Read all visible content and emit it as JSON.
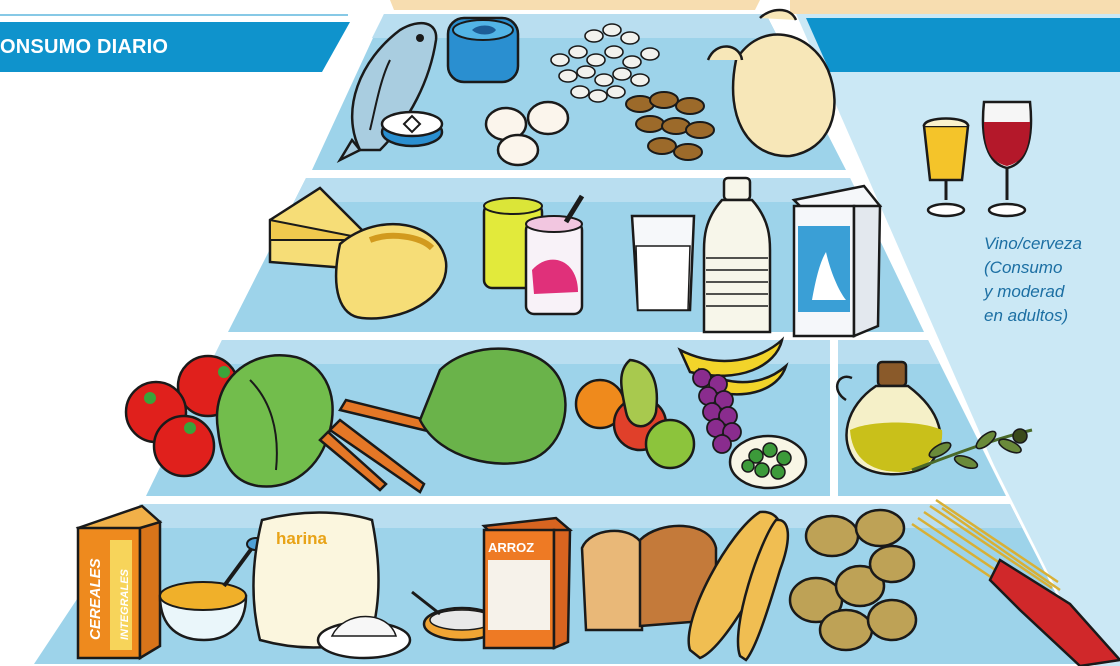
{
  "banner": {
    "title": "ONSUMO DIARIO"
  },
  "side_note": {
    "lines": [
      "Vino/cerveza",
      "(Consumo",
      "y moderad",
      "en adultos)"
    ]
  },
  "food_labels": {
    "flour": "harina",
    "rice": "ARROZ",
    "cereal_1": "CEREALES",
    "cereal_2": "INTEGRALES"
  },
  "tiers": [
    {
      "id": "protein",
      "items": [
        "fish-icon",
        "tin-can-icon",
        "beans-icon",
        "eggs-icon",
        "nuts-icon",
        "chicken-icon"
      ]
    },
    {
      "id": "dairy",
      "items": [
        "cheese-icon",
        "yogurt-icon",
        "milk-glass-icon",
        "milk-bottle-icon",
        "milk-carton-icon"
      ]
    },
    {
      "id": "fruit-veg",
      "items": [
        "tomato-icon",
        "lettuce-icon",
        "carrot-icon",
        "chard-icon",
        "fruit-icon",
        "grapes-icon",
        "banana-icon",
        "peas-icon"
      ]
    },
    {
      "id": "olive-oil",
      "items": [
        "olive-oil-jar-icon",
        "olive-branch-icon"
      ]
    },
    {
      "id": "cereals",
      "items": [
        "cereal-box-icon",
        "cereal-bowl-icon",
        "flour-sack-icon",
        "rice-box-icon",
        "bread-icon",
        "baguette-icon",
        "potato-icon",
        "spaghetti-icon"
      ]
    },
    {
      "id": "drinks",
      "items": [
        "beer-glass-icon",
        "wine-glass-icon"
      ]
    }
  ],
  "colors": {
    "band_dark": "#7fc4e3",
    "band_light": "#b9def0",
    "banner": "#0f93cc",
    "side_panel": "#cbe8f5",
    "top_cap": "#f7ddb0",
    "text_blue": "#1c6fa3"
  }
}
